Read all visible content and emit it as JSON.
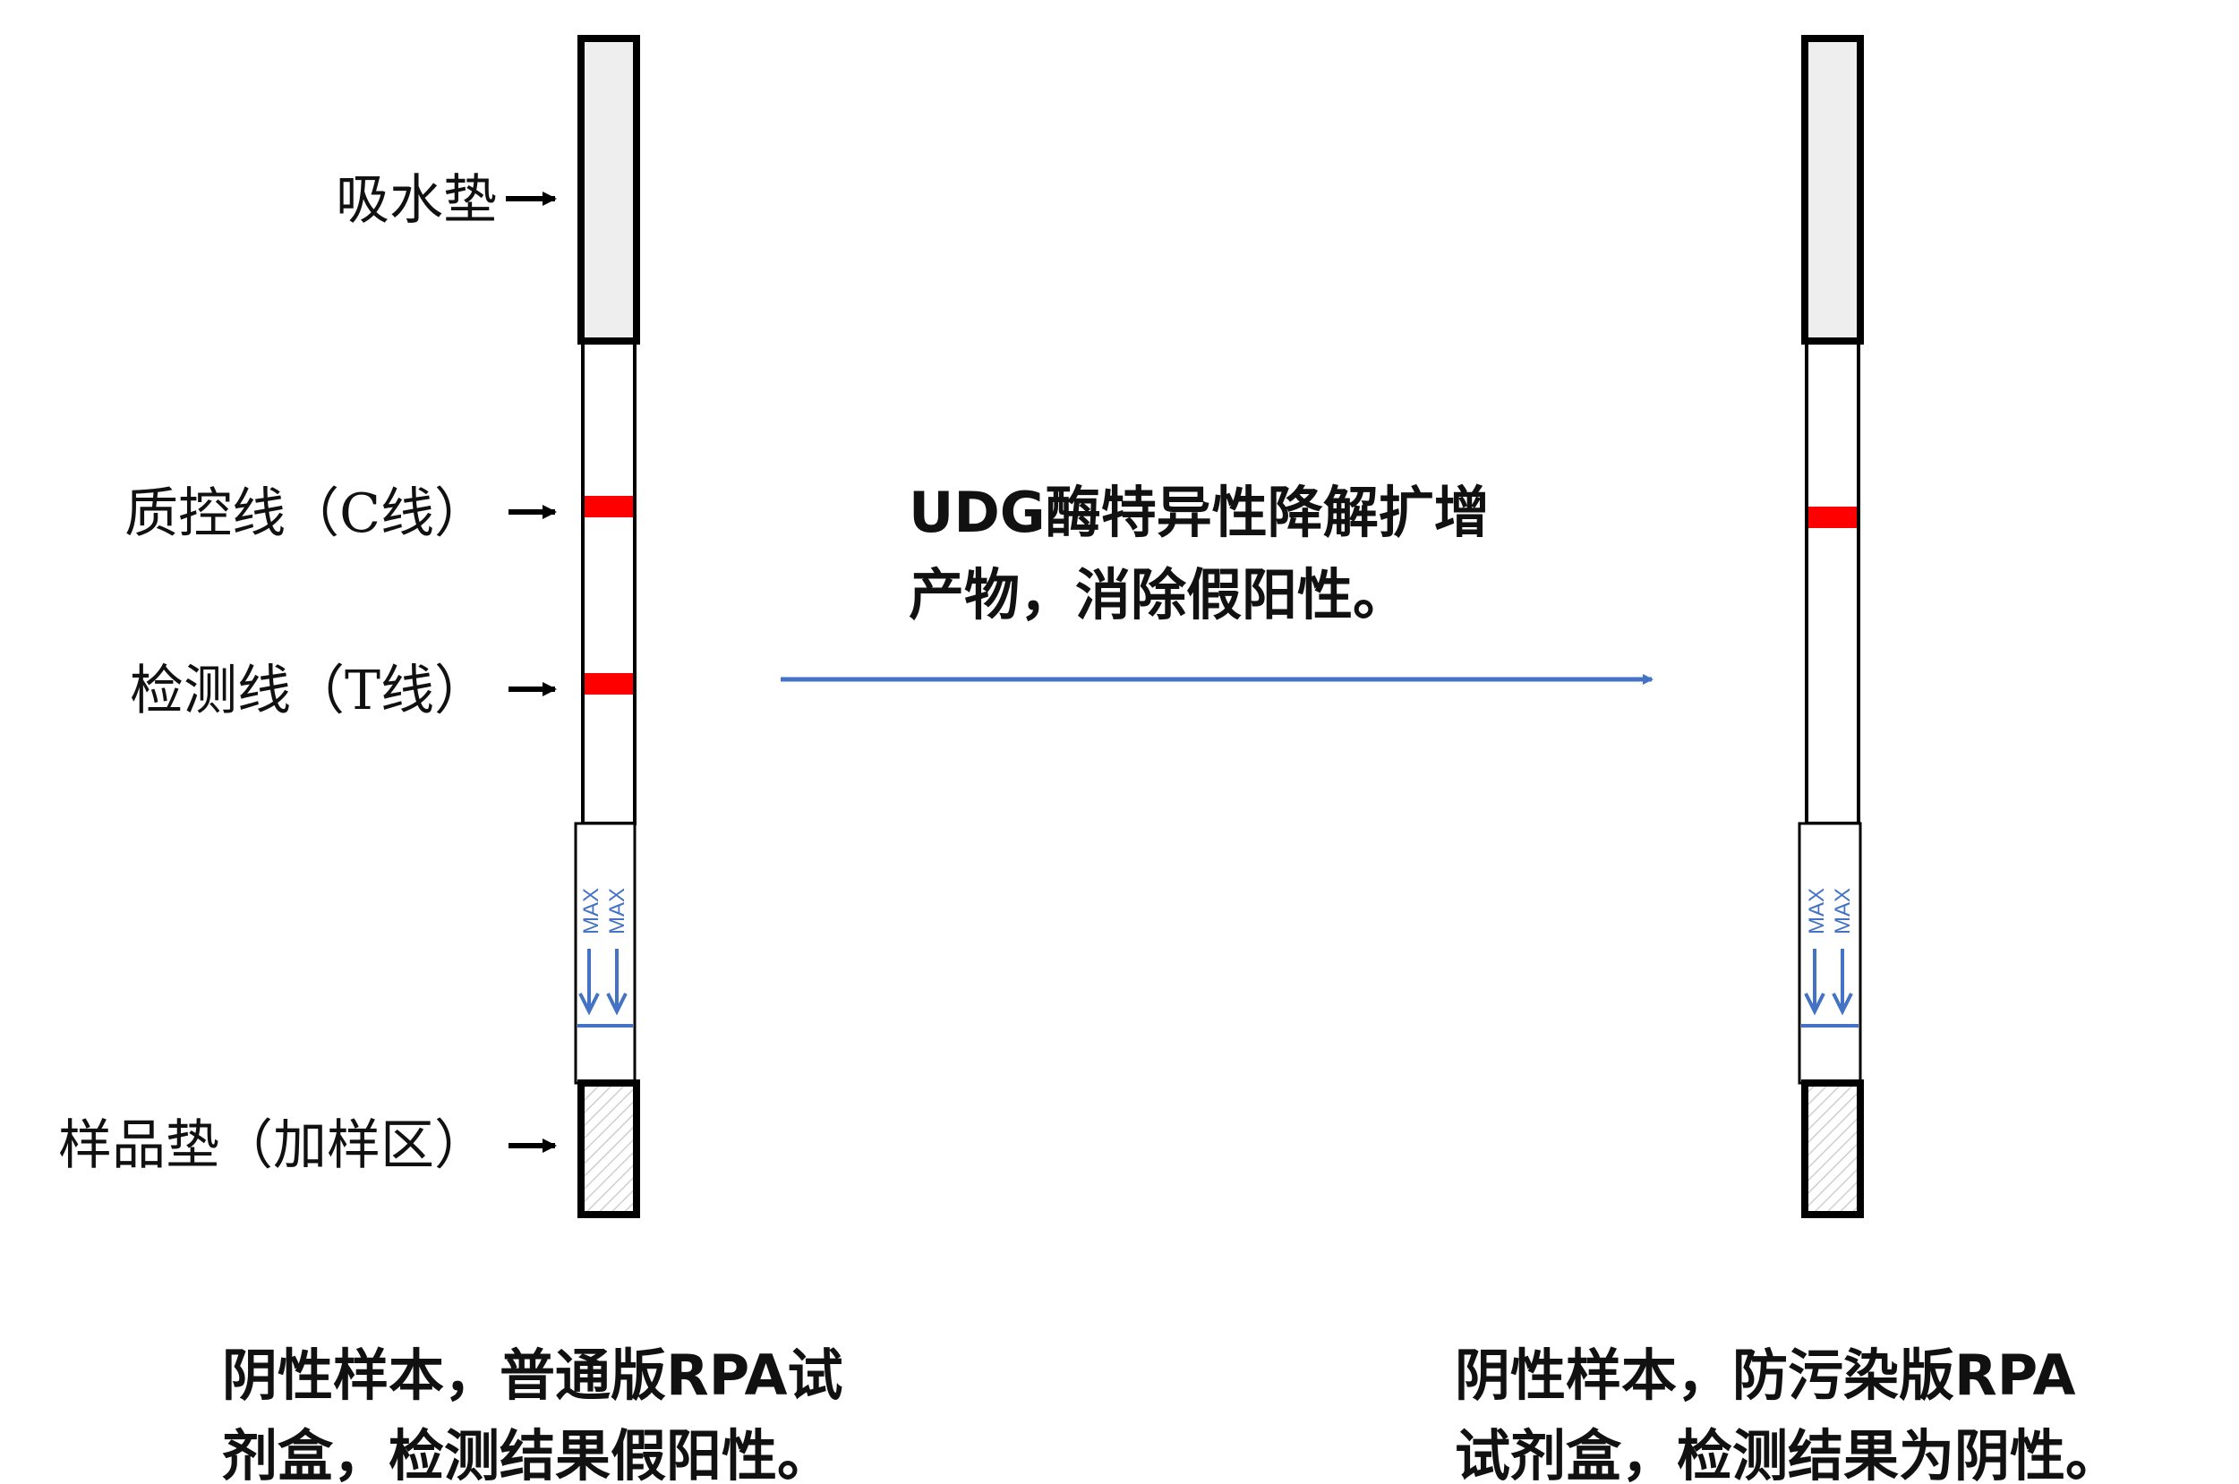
{
  "labels": {
    "absorbent_pad": "吸水垫",
    "control_line": "质控线（C线）",
    "test_line": "检测线（T线）",
    "sample_pad": "样品垫（加样区）"
  },
  "middle_text": {
    "line1": "UDG酶特异性降解扩增",
    "line2": "产物，消除假阳性。"
  },
  "captions": {
    "left_line1": "阴性样本，普通版RPA试",
    "left_line2": "剂盒，检测结果假阳性。",
    "right_line1": "阴性样本，防污染版RPA",
    "right_line2": "试剂盒，检测结果为阴性。"
  },
  "strip_marking": {
    "max_text": "MAX"
  },
  "left_strip": {
    "control_line_visible": true,
    "test_line_visible": true
  },
  "right_strip": {
    "control_line_visible": true,
    "test_line_visible": false
  },
  "colors": {
    "band_red": "#ff0000",
    "arrow_blue": "#4472c4",
    "marking_blue": "#4472c4",
    "pad_gray": "#eeeeee"
  }
}
